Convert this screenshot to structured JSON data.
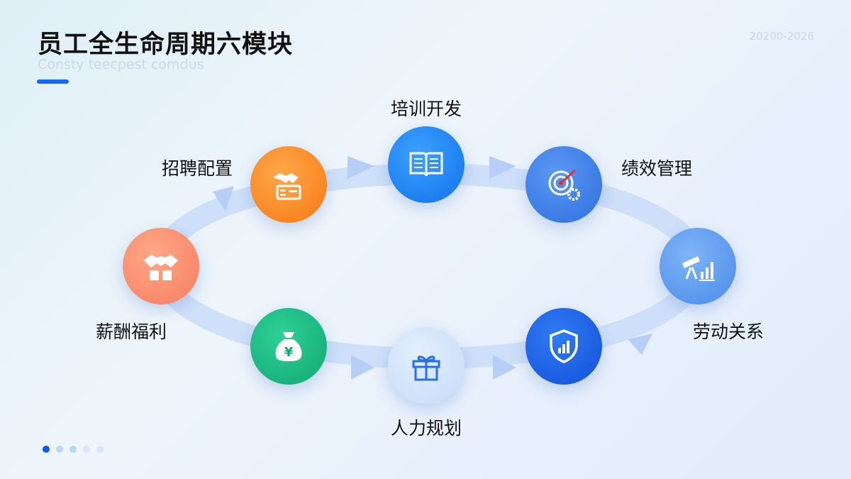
{
  "header": {
    "title": "员工全生命周期六模块",
    "subtitle": "Consty teecpest comdus",
    "year_range": "20200-2026"
  },
  "modules": [
    {
      "label": "招聘配置",
      "icon": "handshake-card-icon",
      "color": "#f7831d"
    },
    {
      "label": "培训开发",
      "icon": "book-icon",
      "color": "#1f86f3"
    },
    {
      "label": "绩效管理",
      "icon": "target-gear-icon",
      "color": "#3f7fe8"
    },
    {
      "label": "劳动关系",
      "icon": "telescope-chart-icon",
      "color": "#5a9af0"
    },
    {
      "label": "人力规划",
      "icon": "gift-icon",
      "color": "#cfe3fb"
    },
    {
      "label": "薪酬福利",
      "icon": "handshake-box-icon",
      "color": "#f98c6e"
    }
  ],
  "extra_nodes": [
    {
      "icon": "money-bag-icon",
      "color": "#1db683"
    },
    {
      "icon": "shield-chart-icon",
      "color": "#1c5fe6"
    }
  ],
  "pagination": {
    "current": 1,
    "total": 5
  }
}
